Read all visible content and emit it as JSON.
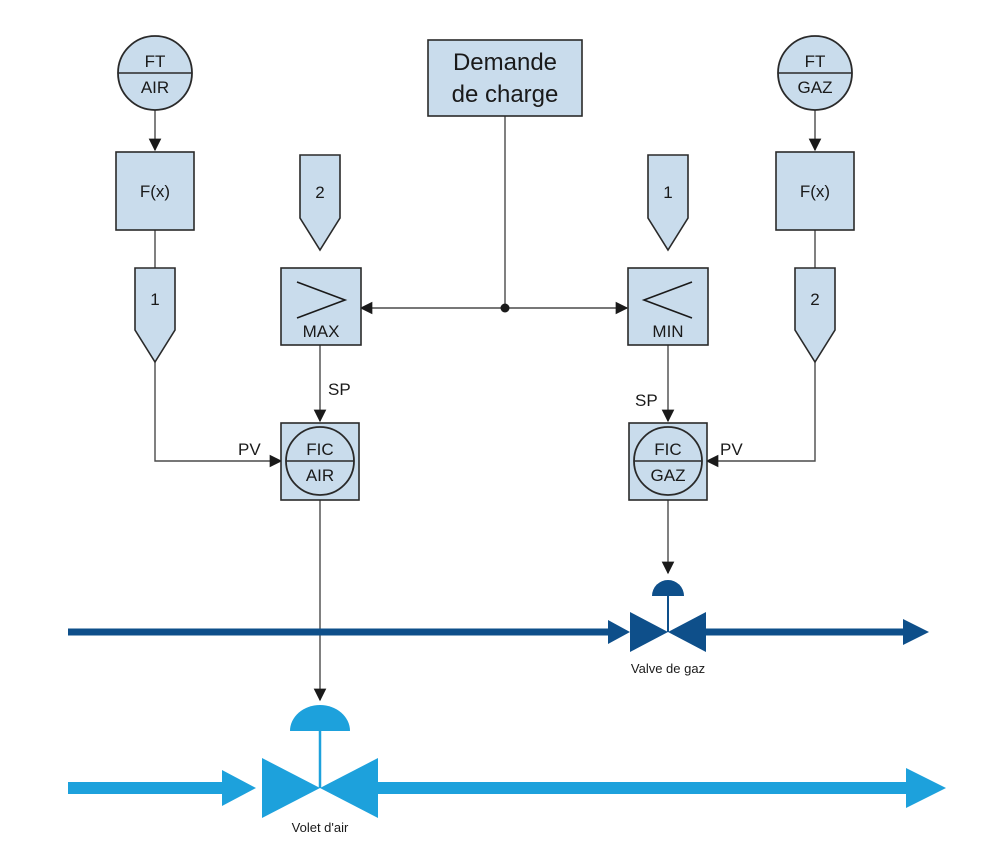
{
  "demand": {
    "line1": "Demande",
    "line2": "de charge"
  },
  "ft_air": {
    "top": "FT",
    "bottom": "AIR"
  },
  "ft_gaz": {
    "top": "FT",
    "bottom": "GAZ"
  },
  "fx_air": "F(x)",
  "fx_gaz": "F(x)",
  "input_max": "2",
  "input_min": "1",
  "input_air_pv": "1",
  "input_gaz_pv": "2",
  "selector_max": {
    "symbol": ">",
    "label": "MAX"
  },
  "selector_min": {
    "symbol": "<",
    "label": "MIN"
  },
  "fic_air": {
    "top": "FIC",
    "bottom": "AIR"
  },
  "fic_gaz": {
    "top": "FIC",
    "bottom": "GAZ"
  },
  "sp_air": "SP",
  "sp_gaz": "SP",
  "pv_air": "PV",
  "pv_gaz": "PV",
  "valve_gaz_label": "Valve de gaz",
  "valve_air_label": "Volet d'air",
  "colors": {
    "block_fill": "#c9dcec",
    "gas_line": "#0e4f8a",
    "air_line": "#1da1dc"
  }
}
